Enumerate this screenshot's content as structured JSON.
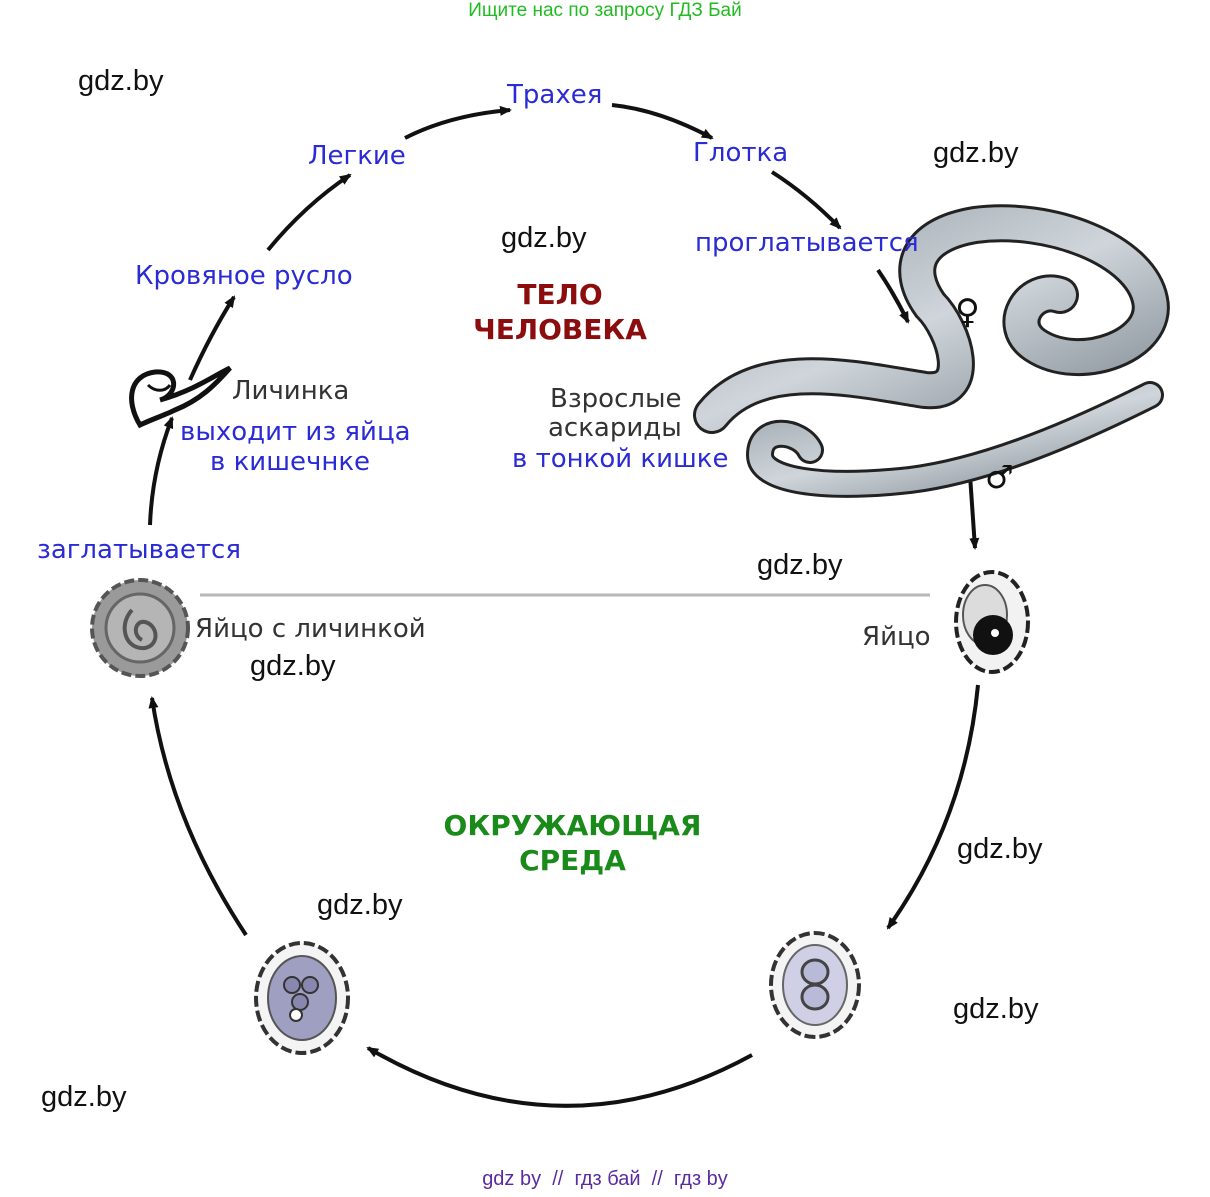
{
  "banner": "Ищите нас по запросу ГДЗ Бай",
  "watermarks": [
    "gdz.by",
    "gdz.by",
    "gdz.by",
    "gdz.by",
    "gdz.by",
    "gdz.by",
    "gdz.by",
    "gdz.by",
    "gdz.by"
  ],
  "stages": {
    "trachea": "Трахея",
    "lungs": "Легкие",
    "pharynx": "Глотка",
    "swallowed": "проглатывается",
    "blood": "Кровяное русло",
    "larva": "Личинка",
    "larva_blue_1": "выходит из яйца",
    "larva_blue_2": "в кишечнке",
    "adults_1": "Взрослые",
    "adults_2": "аскариды",
    "adults_blue": "в тонкой кишке",
    "ingested": "заглатывается",
    "egg_larva": "Яйцо с личинкой",
    "egg": "Яйцо"
  },
  "regions": {
    "body": [
      "ТЕЛО",
      "ЧЕЛОВЕКА"
    ],
    "environment": [
      "ОКРУЖАЮЩАЯ",
      "СРЕДА"
    ]
  },
  "symbols": {
    "female": "♀",
    "male": "♂"
  },
  "footer": "gdz by  //  гдз бай  //  гдз by",
  "colors": {
    "blue": "#2b2bd6",
    "body_region": "#8b0d0d",
    "environment_region": "#1a8a1a",
    "banner": "#22bb22",
    "footer": "#5a2ba0"
  }
}
